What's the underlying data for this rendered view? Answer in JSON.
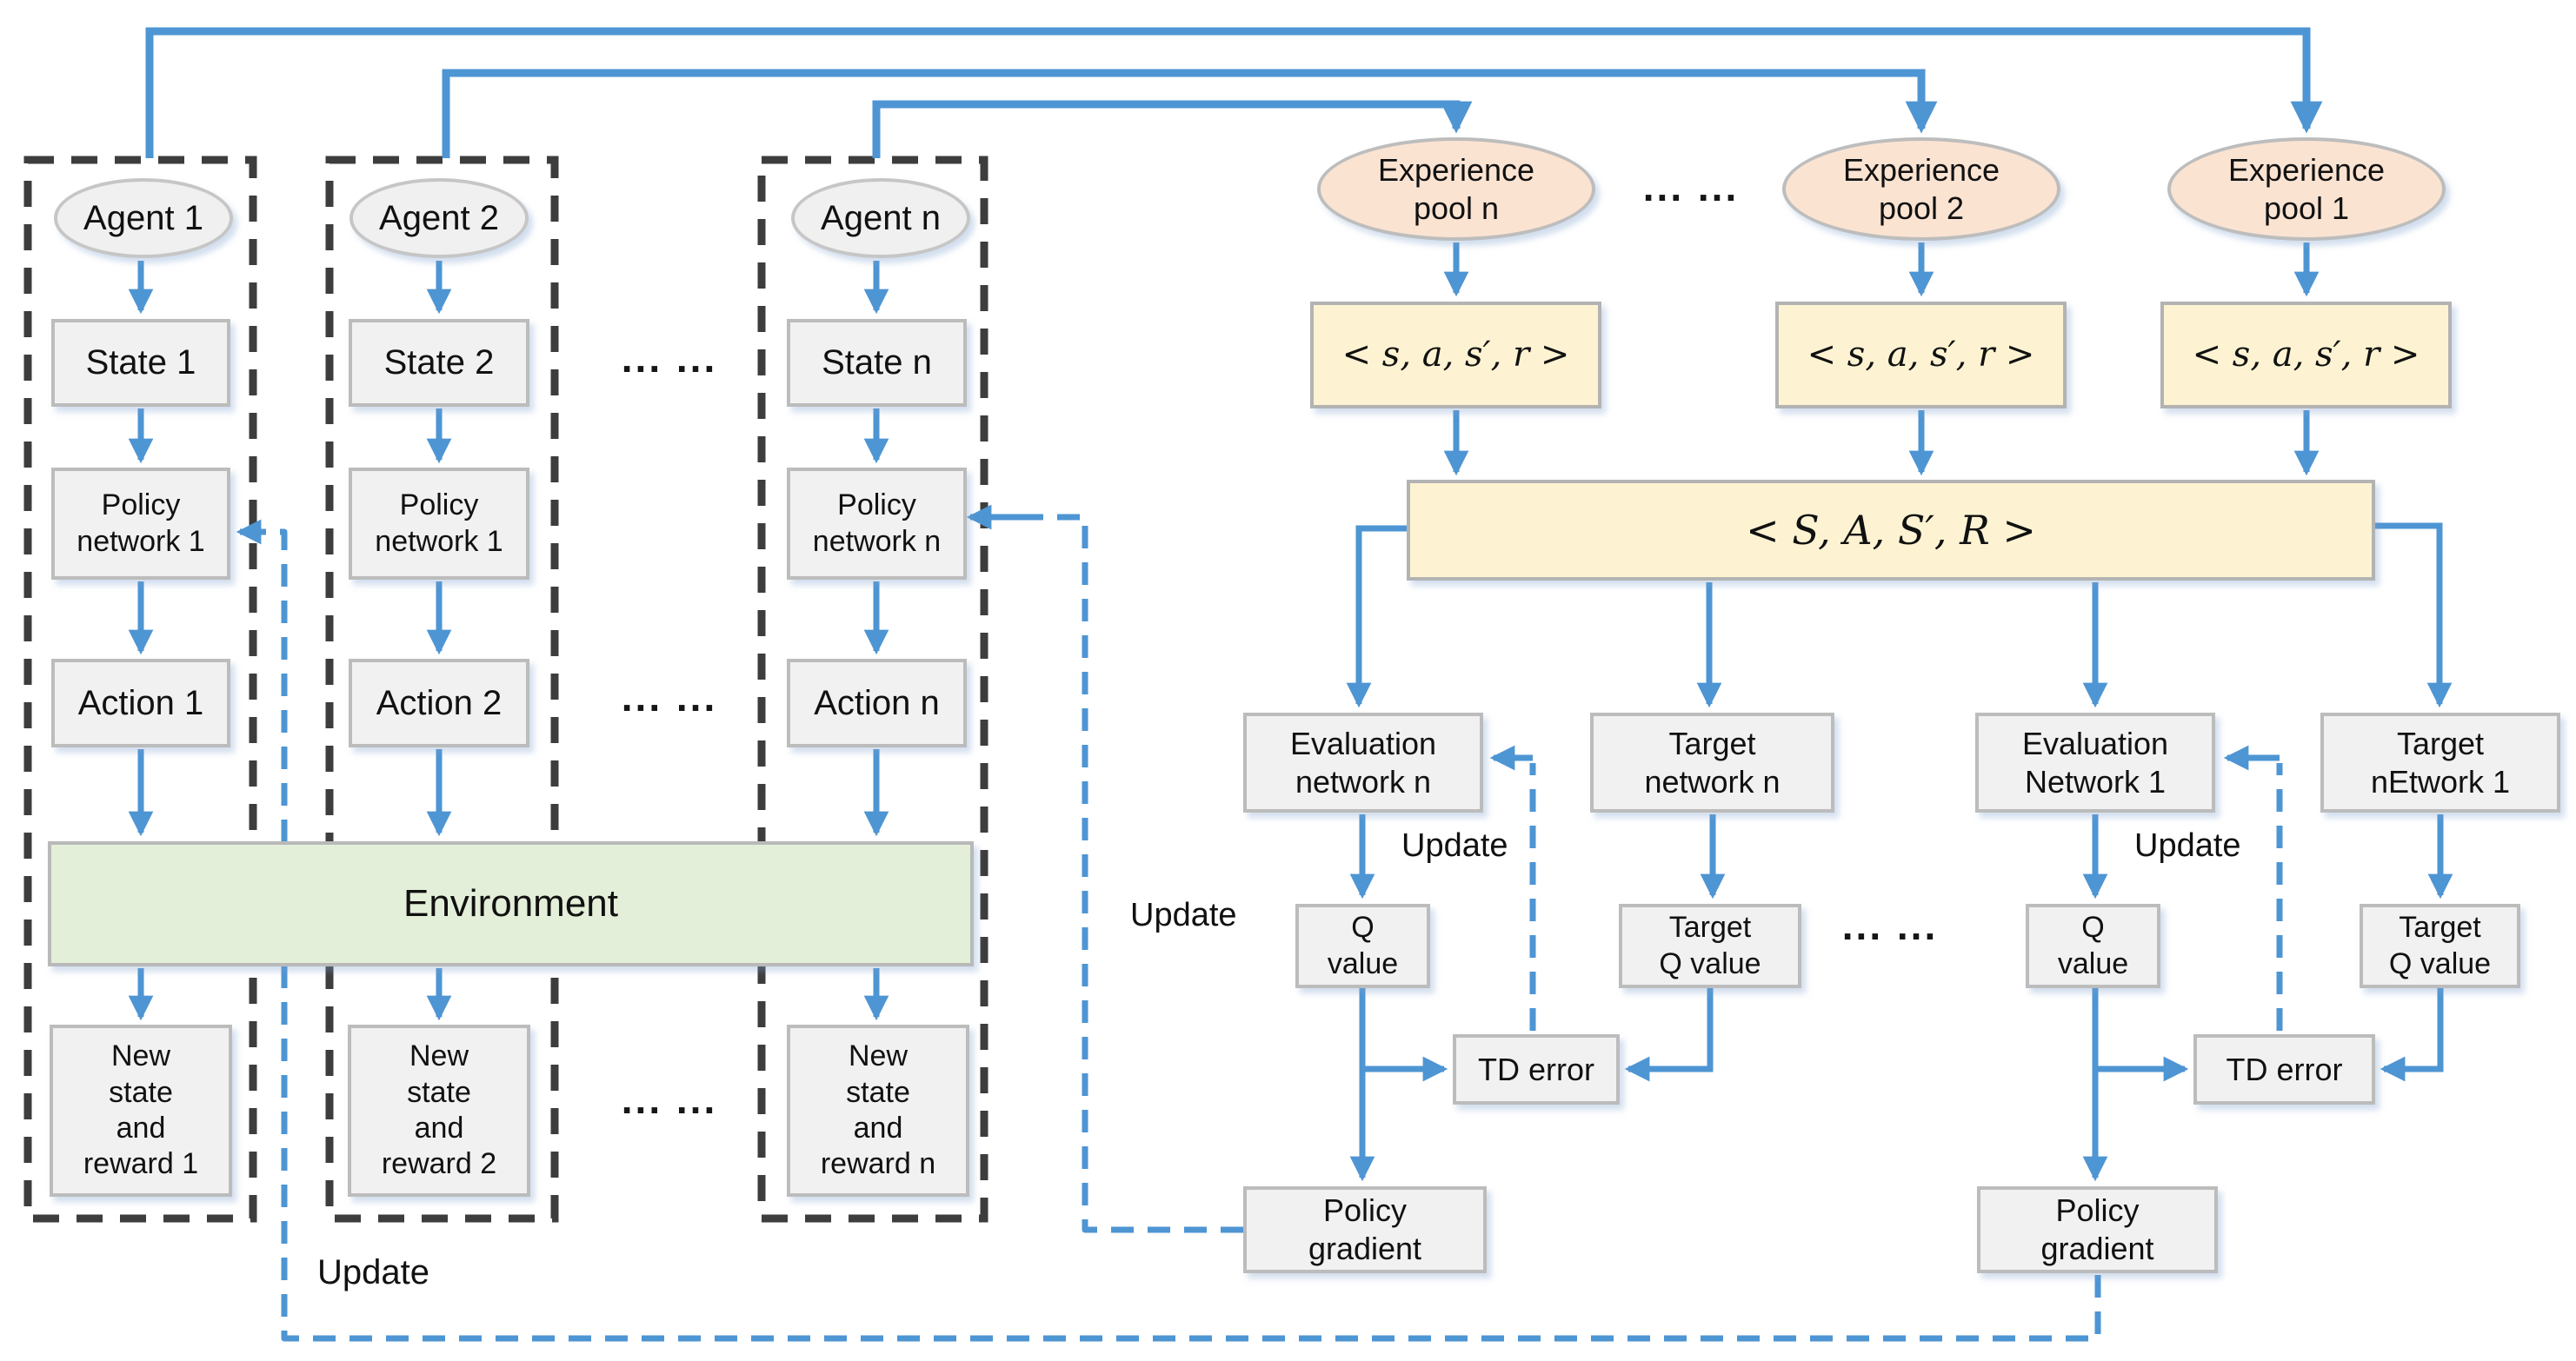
{
  "colors": {
    "arrow_blue": "#4e95d3",
    "dashed_blue": "#4e95d3",
    "column_dash_dark": "#3d3d3d",
    "node_gray_fill": "#f1f1f1",
    "node_border_gray": "#bcbcbc",
    "experience_pool_fill": "#fbe3d2",
    "tuple_fill": "#fdf3d2",
    "environment_fill": "#e4efd9",
    "text": "#111111"
  },
  "agents": [
    {
      "agent": "Agent 1",
      "state": "State 1",
      "policy": "Policy\nnetwork 1",
      "action": "Action 1",
      "outcome": "New\nstate\nand\nreward 1"
    },
    {
      "agent": "Agent 2",
      "state": "State 2",
      "policy": "Policy\nnetwork 1",
      "action": "Action 2",
      "outcome": "New\nstate\nand\nreward 2"
    },
    {
      "agent": "Agent n",
      "state": "State n",
      "policy": "Policy\nnetwork n",
      "action": "Action n",
      "outcome": "New\nstate\nand\nreward n"
    }
  ],
  "environment": "Environment",
  "pools": [
    {
      "label": "Experience\npool n",
      "tuple": "< s, a, s′, r >"
    },
    {
      "label": "Experience\npool 2",
      "tuple": "< s, a, s′, r >"
    },
    {
      "label": "Experience\npool 1",
      "tuple": "< s, a, s′, r >"
    }
  ],
  "batch_tuple": "< S, A, S′, R >",
  "groups": [
    {
      "eval": "Evaluation\nnetwork n",
      "target": "Target\nnetwork n",
      "q": "Q\nvalue",
      "target_q": "Target\nQ value",
      "td": "TD error",
      "pg": "Policy\ngradient"
    },
    {
      "eval": "Evaluation\nNetwork 1",
      "target": "Target\nnEtwork 1",
      "q": "Q\nvalue",
      "target_q": "Target\nQ value",
      "td": "TD error",
      "pg": "Policy\ngradient"
    }
  ],
  "labels": {
    "update": "Update",
    "dots": "... ..."
  }
}
